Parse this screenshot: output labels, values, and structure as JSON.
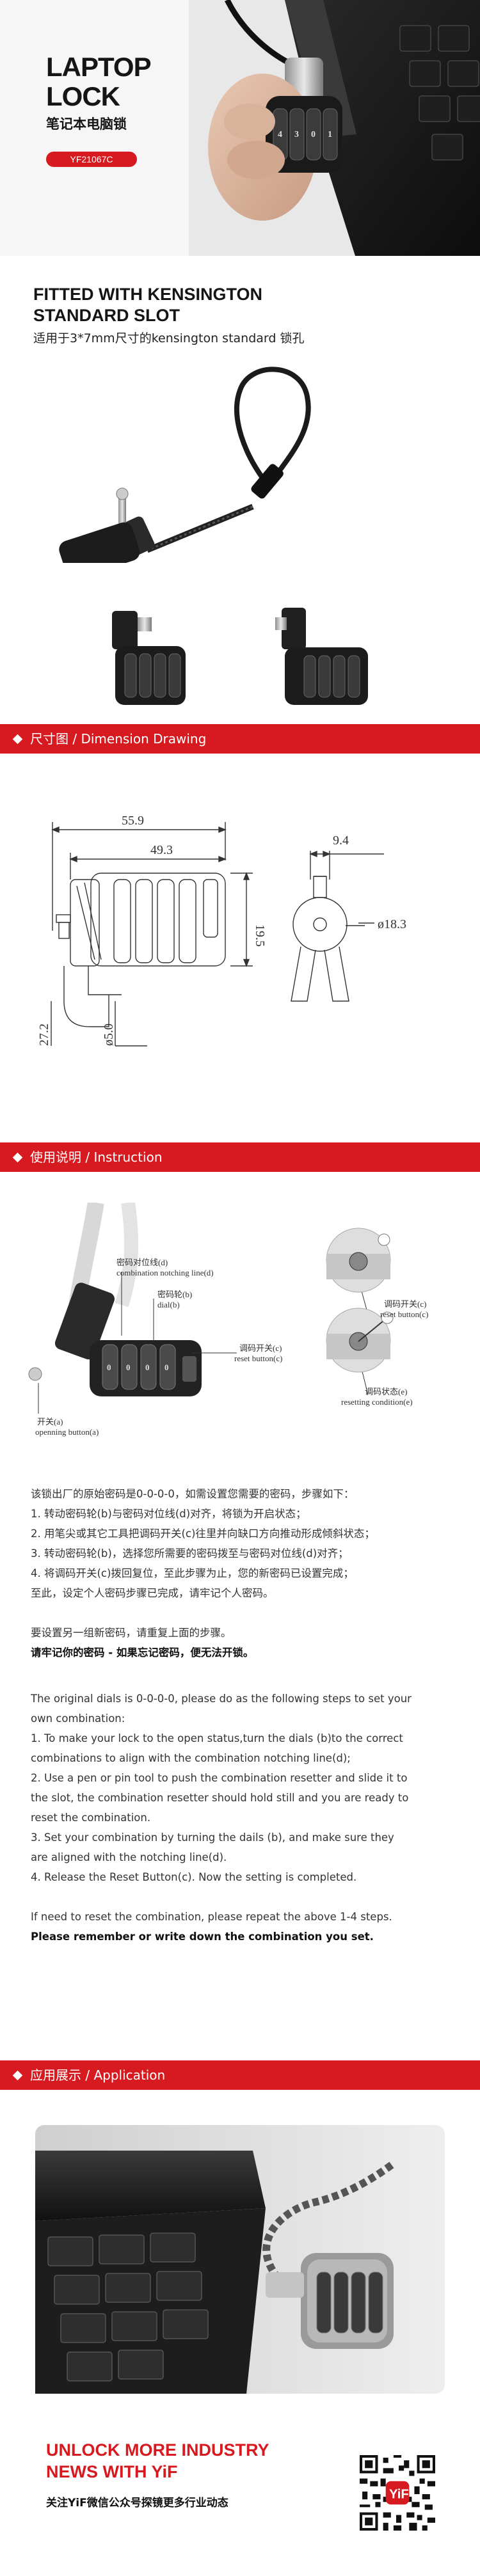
{
  "hero": {
    "title_line1": "LAPTOP",
    "title_line2": "LOCK",
    "subtitle": "笔记本电脑锁",
    "model": "YF21067C"
  },
  "intro": {
    "title_line1": "FITTED WITH KENSINGTON",
    "title_line2": "STANDARD SLOT",
    "subtitle": "适用于3*7mm尺寸的kensington standard 锁孔"
  },
  "sections": {
    "dimension": "尺寸图 / Dimension Drawing",
    "instruction": "使用说明 / Instruction",
    "application": "应用展示 / Application"
  },
  "dimensions": {
    "width_total": "55.9",
    "width_body": "49.3",
    "height_body": "19.5",
    "pin_offset": "27.2",
    "dial_diameter": "ø5.0",
    "head_width": "9.4",
    "head_diameter": "ø18.3"
  },
  "instruction_labels": {
    "notch_cn": "密码对位线(d)",
    "notch_en": "combination notching line(d)",
    "dial_cn": "密码轮(b)",
    "dial_en": "dial(b)",
    "reset_cn": "调码开关(c)",
    "reset_en": "reset button(c)",
    "open_cn": "开关(a)",
    "open_en": "openning button(a)",
    "reset2_cn": "调码开关(c)",
    "reset2_en": "reset button(c)",
    "cond_cn": "调码状态(e)",
    "cond_en": "resetting condition(e)"
  },
  "steps_cn": {
    "intro": "该锁出厂的原始密码是0-0-0-0，如需设置您需要的密码，步骤如下：",
    "s1": "1.  转动密码轮(b)与密码对位线(d)对齐，将锁为开启状态；",
    "s2": "2.  用笔尖或其它工具把调码开关(c)往里并向缺口方向推动形成倾斜状态；",
    "s3": "3.  转动密码轮(b)，选择您所需要的密码拨至与密码对位线(d)对齐；",
    "s4": "4.  将调码开关(c)拨回复位，至此步骤为止，您的新密码已设置完成；",
    "s5": "至此，设定个人密码步骤已完成，请牢记个人密码。",
    "repeat": "要设置另一组新密码，请重复上面的步骤。",
    "remember": "请牢记你的密码 - 如果忘记密码，便无法开锁。"
  },
  "steps_en": {
    "intro1": "The original dials is 0-0-0-0, please do as the following steps to set  your",
    "intro2": "own combination:",
    "s1a": "1.  To make your lock to the open status,turn the dials (b)to the correct",
    "s1b": "combinations to align with the combination notching line(d);",
    "s2a": "2.  Use a pen or pin tool to push the combination resetter and slide it to",
    "s2b": "the slot, the combination resetter should hold still and you are ready to",
    "s2c": "reset the combination.",
    "s3a": "3.  Set your combination by turning the dails (b), and make sure they",
    "s3b": "are aligned with the notching line(d).",
    "s4": "4.  Release the Reset Button(c). Now the setting is completed.",
    "repeat": "If need to reset the combination, please repeat the above 1-4 steps.",
    "remember": "Please remember or write down the combination you set."
  },
  "footer": {
    "title_line1": "UNLOCK MORE INDUSTRY",
    "title_line2": "NEWS WITH YiF",
    "subtitle": "关注YiF微信公众号探镜更多行业动态"
  },
  "colors": {
    "accent": "#d71920",
    "dark": "#151515",
    "text": "#333333"
  }
}
